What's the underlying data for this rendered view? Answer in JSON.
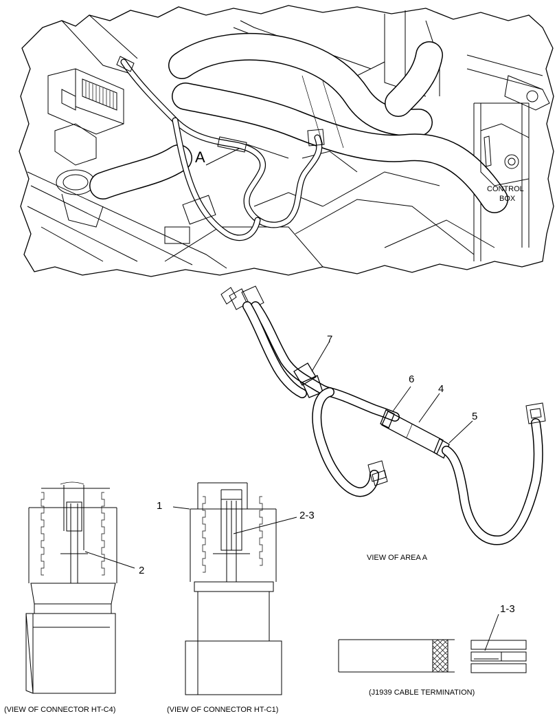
{
  "engine_view": {
    "area_label": "A",
    "control_box_line1": "CONTROL",
    "control_box_line2": "BOX"
  },
  "callouts": {
    "c7": "7",
    "c6": "6",
    "c4": "4",
    "c5": "5",
    "c1": "1",
    "c2": "2",
    "c2_3": "2-3",
    "c1_3": "1-3"
  },
  "captions": {
    "area_a": "VIEW OF AREA  A",
    "connector_c4": "(VIEW OF CONNECTOR HT-C4)",
    "connector_c1": "(VIEW OF CONNECTOR HT-C1)",
    "j1939": "(J1939 CABLE TERMINATION)"
  }
}
